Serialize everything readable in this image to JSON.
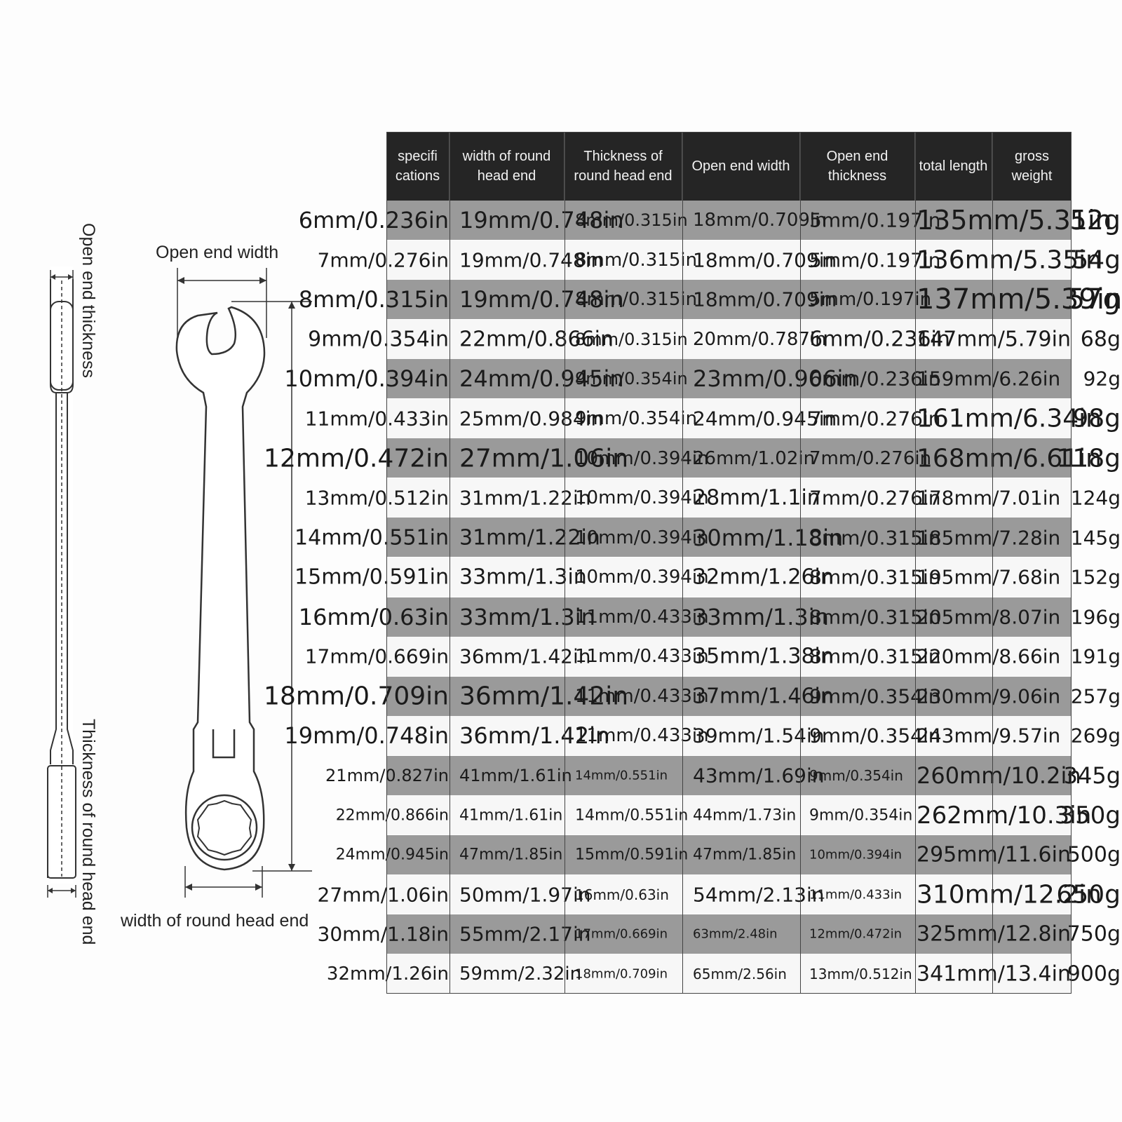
{
  "diagram_labels": {
    "open_end_width": "Open end width",
    "open_end_thickness": "Open end thickness",
    "thickness_of_round_head_end": "Thickness of round head end",
    "width_of_round_head_end": "width of round head end"
  },
  "table": {
    "headers": [
      "specifi cations",
      "width of round head end",
      "Thickness of round head end",
      "Open end width",
      "Open end thickness",
      "total length",
      "gross weight"
    ],
    "rows": [
      [
        "6mm/0.236in",
        "19mm/0.748in",
        "8mm/0.315in",
        "18mm/0.709in",
        "5mm/0.197in",
        "135mm/5.31in",
        "52g"
      ],
      [
        "7mm/0.276in",
        "19mm/0.748in",
        "8mm/0.315in",
        "18mm/0.709in",
        "5mm/0.197in",
        "136mm/5.35in",
        "54g"
      ],
      [
        "8mm/0.315in",
        "19mm/0.748in",
        "8mm/0.315in",
        "18mm/0.709in",
        "5mm/0.197in",
        "137mm/5.39in",
        "57g"
      ],
      [
        "9mm/0.354in",
        "22mm/0.866in",
        "8mm/0.315in",
        "20mm/0.787in",
        "6mm/0.236in",
        "147mm/5.79in",
        "68g"
      ],
      [
        "10mm/0.394in",
        "24mm/0.945in",
        "9mm/0.354in",
        "23mm/0.906in",
        "6mm/0.236in",
        "159mm/6.26in",
        "92g"
      ],
      [
        "11mm/0.433in",
        "25mm/0.984in",
        "9mm/0.354in",
        "24mm/0.945in",
        "7mm/0.276in",
        "161mm/6.34in",
        "98g"
      ],
      [
        "12mm/0.472in",
        "27mm/1.06in",
        "10mm/0.394in",
        "26mm/1.02in",
        "7mm/0.276in",
        "168mm/6.61in",
        "118g"
      ],
      [
        "13mm/0.512in",
        "31mm/1.22in",
        "10mm/0.394in",
        "28mm/1.1in",
        "7mm/0.276in",
        "178mm/7.01in",
        "124g"
      ],
      [
        "14mm/0.551in",
        "31mm/1.22in",
        "10mm/0.394in",
        "30mm/1.18in",
        "8mm/0.315in",
        "185mm/7.28in",
        "145g"
      ],
      [
        "15mm/0.591in",
        "33mm/1.3in",
        "10mm/0.394in",
        "32mm/1.26in",
        "8mm/0.315in",
        "195mm/7.68in",
        "152g"
      ],
      [
        "16mm/0.63in",
        "33mm/1.3in",
        "11mm/0.433in",
        "33mm/1.3in",
        "8mm/0.315in",
        "205mm/8.07in",
        "196g"
      ],
      [
        "17mm/0.669in",
        "36mm/1.42in",
        "11mm/0.433in",
        "35mm/1.38in",
        "8mm/0.315in",
        "220mm/8.66in",
        "191g"
      ],
      [
        "18mm/0.709in",
        "36mm/1.42in",
        "11mm/0.433in",
        "37mm/1.46in",
        "9mm/0.354in",
        "230mm/9.06in",
        "257g"
      ],
      [
        "19mm/0.748in",
        "36mm/1.42in",
        "11mm/0.433in",
        "39mm/1.54in",
        "9mm/0.354in",
        "243mm/9.57in",
        "269g"
      ],
      [
        "21mm/0.827in",
        "41mm/1.61in",
        "14mm/0.551in",
        "43mm/1.69in",
        "9mm/0.354in",
        "260mm/10.2in",
        "345g"
      ],
      [
        "22mm/0.866in",
        "41mm/1.61in",
        "14mm/0.551in",
        "44mm/1.73in",
        "9mm/0.354in",
        "262mm/10.3in",
        "350g"
      ],
      [
        "24mm/0.945in",
        "47mm/1.85in",
        "15mm/0.591in",
        "47mm/1.85in",
        "10mm/0.394in",
        "295mm/11.6in",
        "500g"
      ],
      [
        "27mm/1.06in",
        "50mm/1.97in",
        "16mm/0.63in",
        "54mm/2.13in",
        "11mm/0.433in",
        "310mm/12.2in",
        "650g"
      ],
      [
        "30mm/1.18in",
        "55mm/2.17in",
        "17mm/0.669in",
        "63mm/2.48in",
        "12mm/0.472in",
        "325mm/12.8in",
        "750g"
      ],
      [
        "32mm/1.26in",
        "59mm/2.32in",
        "18mm/0.709in",
        "65mm/2.56in",
        "13mm/0.512in",
        "341mm/13.4in",
        "900g"
      ]
    ]
  }
}
